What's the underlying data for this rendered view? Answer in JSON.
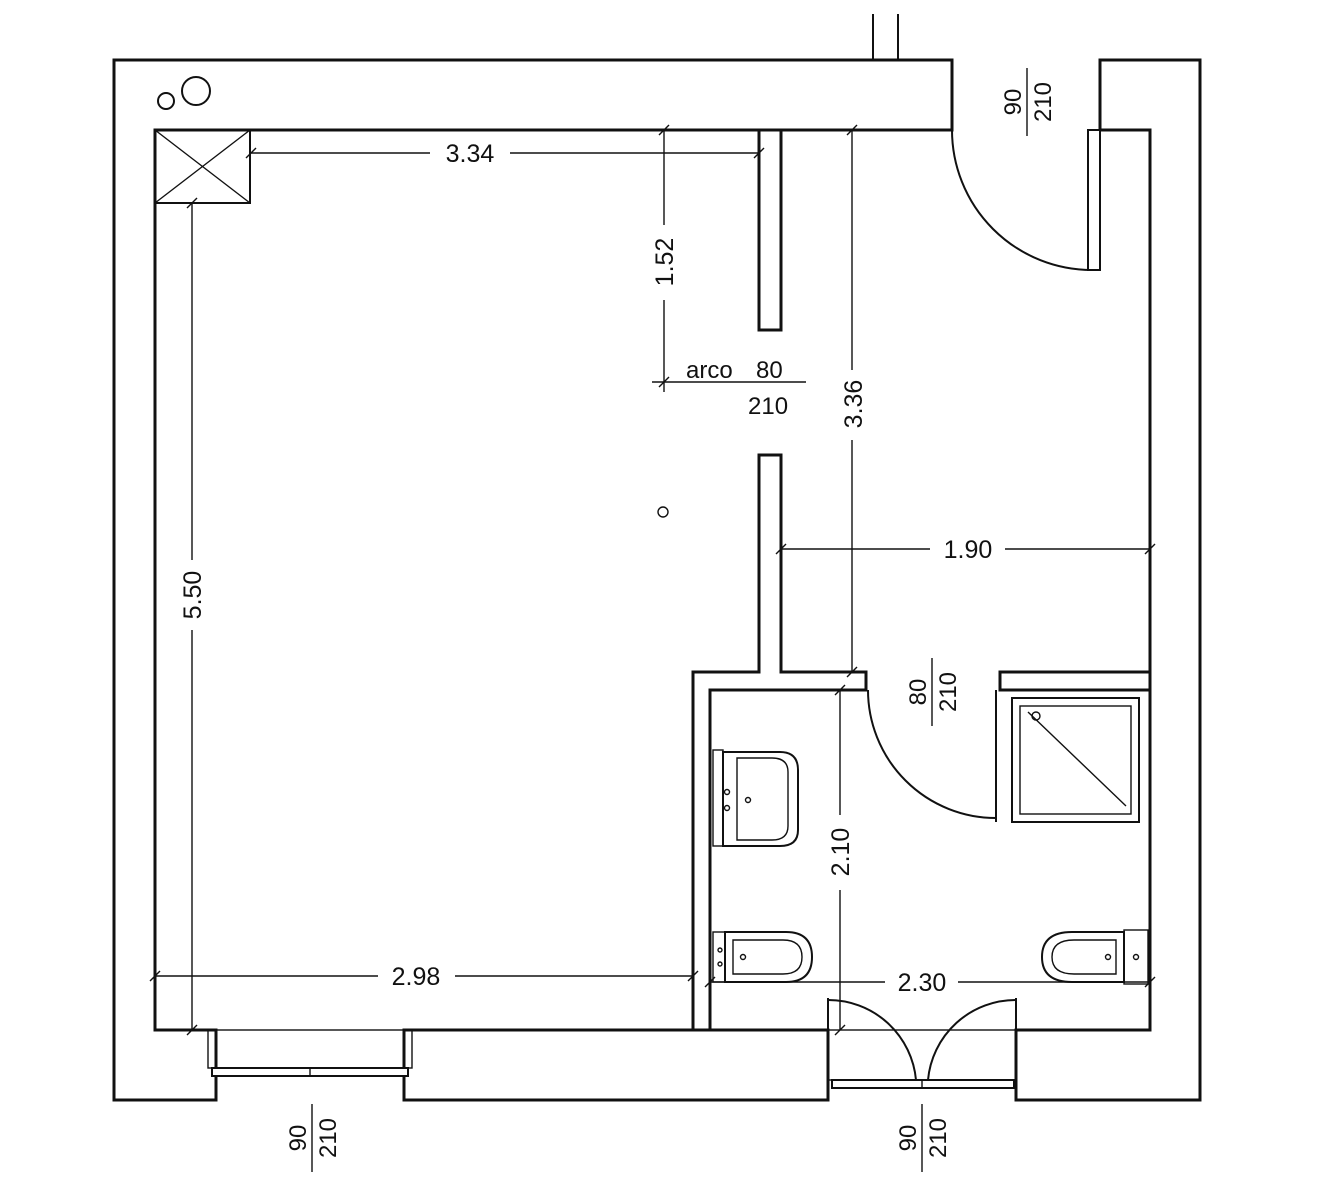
{
  "dimensions": {
    "top_width": "3.34",
    "partition_length": "1.52",
    "arch_label": "arco",
    "arch_width": "80",
    "arch_height": "210",
    "hall_depth": "3.36",
    "hall_width": "1.90",
    "room_depth": "5.50",
    "room_width": "2.98",
    "bath_depth": "2.10",
    "bath_width": "2.30"
  },
  "doors": {
    "entry": {
      "width": "90",
      "height": "210"
    },
    "bath": {
      "width": "80",
      "height": "210"
    },
    "window_left": {
      "width": "90",
      "height": "210"
    },
    "window_right": {
      "width": "90",
      "height": "210"
    }
  }
}
